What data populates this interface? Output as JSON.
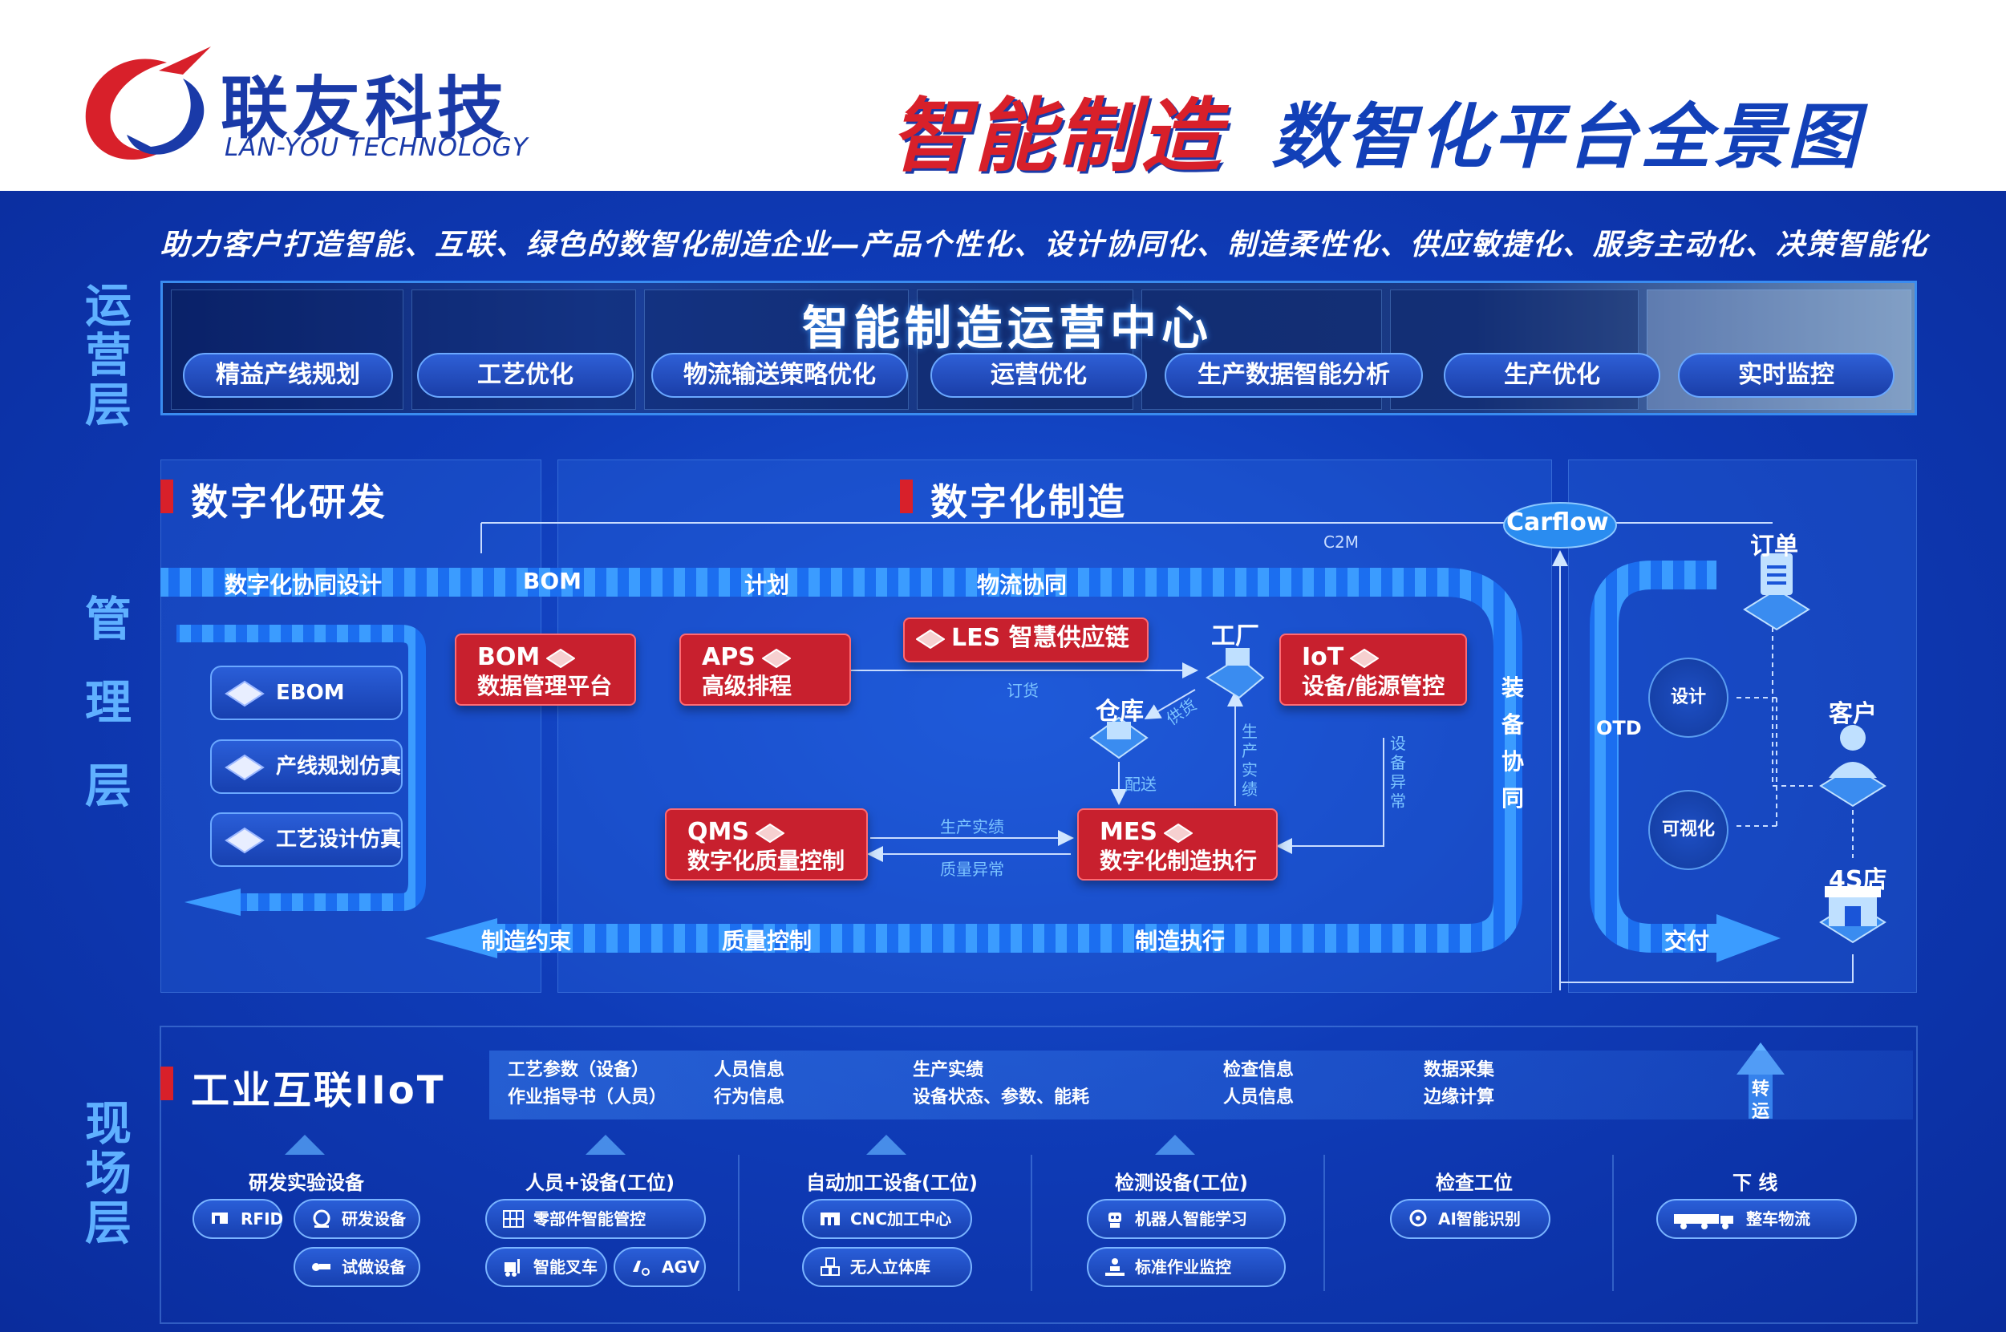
{
  "brand": {
    "name_cn": "联友科技",
    "name_en": "LAN-YOU TECHNOLOGY"
  },
  "title": {
    "red": "智能制造",
    "blue": "数智化平台全景图"
  },
  "slogan": "助力客户打造智能、互联、绿色的数智化制造企业—产品个性化、设计协同化、制造柔性化、供应敏捷化、服务主动化、决策智能化",
  "layers": {
    "ops": "运营层",
    "mgmt": "管理层",
    "field": "现场层"
  },
  "ops": {
    "title": "智能制造运营中心",
    "items": [
      "精益产线规划",
      "工艺优化",
      "物流输送策略优化",
      "运营优化",
      "生产数据智能分析",
      "生产优化",
      "实时监控"
    ]
  },
  "rd": {
    "title": "数字化研发",
    "items": [
      "EBOM",
      "产线规划仿真",
      "工艺设计仿真"
    ]
  },
  "mfg": {
    "title": "数字化制造",
    "top_band": [
      "数字化协同设计",
      "BOM",
      "计划",
      "物流协同"
    ],
    "bottom_band": [
      "制造约束",
      "质量控制",
      "制造执行"
    ],
    "right_band": "装备协同",
    "systems": {
      "bom": {
        "t1": "BOM",
        "t2": "数据管理平台"
      },
      "aps": {
        "t1": "APS",
        "t2": "高级排程"
      },
      "les": {
        "t1": "LES",
        "t2": "智慧供应链"
      },
      "iot": {
        "t1": "IoT",
        "t2": "设备/能源管控"
      },
      "qms": {
        "t1": "QMS",
        "t2": "数字化质量控制"
      },
      "mes": {
        "t1": "MES",
        "t2": "数字化制造执行"
      }
    },
    "nodes": {
      "factory": "工厂",
      "warehouse": "仓库"
    },
    "flows": {
      "order": "订货",
      "supply": "供货",
      "delivery": "配送",
      "prod_perf_vert": "生产实绩",
      "equip_abnormal": "设备异常",
      "prod_perf": "生产实绩",
      "quality_abnormal": "质量异常"
    }
  },
  "otd": {
    "carflow": "Carflow",
    "c2m": "C2M",
    "order": "订单",
    "customer": "客户",
    "store": "4S店",
    "otd": "OTD",
    "deliver": "交付",
    "design": "设计",
    "visual": "可视化"
  },
  "iiot": {
    "title": "工业互联IIoT",
    "cols": [
      [
        "工艺参数（设备）",
        "作业指导书（人员）"
      ],
      [
        "人员信息",
        "行为信息"
      ],
      [
        "生产实绩",
        "设备状态、参数、能耗"
      ],
      [
        "检查信息",
        "人员信息"
      ],
      [
        "数据采集",
        "边缘计算"
      ]
    ],
    "transfer": "转运"
  },
  "field": {
    "groups": [
      {
        "head": "研发实验设备",
        "items": [
          "RFID",
          "研发设备",
          "试做设备"
        ]
      },
      {
        "head": "人员+设备(工位)",
        "items": [
          "零部件智能管控",
          "智能叉车",
          "AGV"
        ]
      },
      {
        "head": "自动加工设备(工位)",
        "items": [
          "CNC加工中心",
          "无人立体库"
        ]
      },
      {
        "head": "检测设备(工位)",
        "items": [
          "机器人智能学习",
          "标准作业监控"
        ]
      },
      {
        "head": "检查工位",
        "items": [
          "AI智能识别"
        ]
      },
      {
        "head": "下 线",
        "items": [
          "整车物流"
        ]
      }
    ]
  },
  "colors": {
    "brand_blue": "#1a3aa8",
    "brand_red": "#d8202a",
    "bg_blue": "#0f3cb8",
    "accent": "#5fb0ff"
  }
}
